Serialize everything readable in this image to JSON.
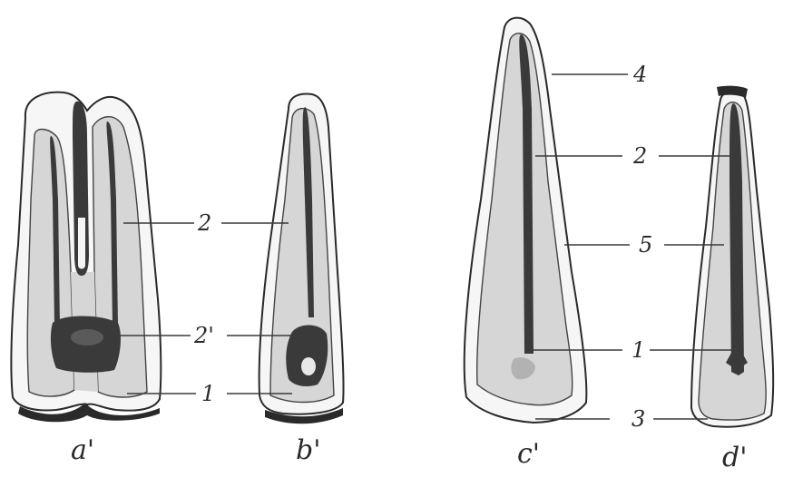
{
  "figure": {
    "panels": [
      {
        "id": "a",
        "caption": "a'"
      },
      {
        "id": "b",
        "caption": "b'"
      },
      {
        "id": "c",
        "caption": "c'"
      },
      {
        "id": "d",
        "caption": "d'"
      }
    ],
    "labels": {
      "a_b_2": "2",
      "a_b_2prime": "2'",
      "a_b_1": "1",
      "c_d_4": "4",
      "c_d_2": "2",
      "c_d_5": "5",
      "c_d_1": "1",
      "c_d_3": "3"
    },
    "colors": {
      "ink": "#2a2a2a",
      "dentin": "#d9d9d9",
      "enamel": "#f6f6f6",
      "pulp": "#3a3a3a"
    }
  }
}
